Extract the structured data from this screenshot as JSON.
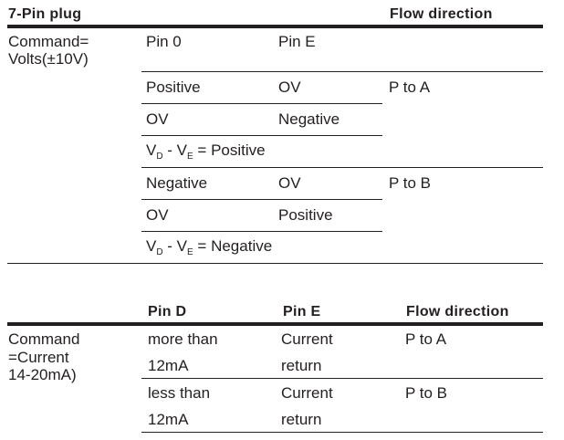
{
  "table1": {
    "header": {
      "plug": "7-Pin plug",
      "flow": "Flow direction"
    },
    "row_label_line1": "Command=",
    "row_label_line2": "Volts(±10V)",
    "col_pin_a": "Pin 0",
    "col_pin_b": "Pin E",
    "rows": [
      {
        "a": "Positive",
        "b": "OV",
        "flow": "P to A"
      },
      {
        "a": "OV",
        "b": "Negative"
      },
      {
        "v": "V",
        "d": "D",
        "dash": " - V",
        "e": "E",
        "rest": " = Positive"
      },
      {
        "a": "Negative",
        "b": "OV",
        "flow": "P to B"
      },
      {
        "a": "OV",
        "b": "Positive"
      },
      {
        "v": "V",
        "d": "D",
        "dash": " - V",
        "e": "E",
        "rest": " = Negative"
      }
    ]
  },
  "table2": {
    "headers": {
      "pin_d": "Pin D",
      "pin_e": "Pin E",
      "flow": "Flow direction"
    },
    "row_label_line1": "Command",
    "row_label_line2": "=Current",
    "row_label_line3": "14-20mA)",
    "rows": [
      {
        "d1": "more than",
        "d2": "12mA",
        "e1": "Current",
        "e2": "return",
        "flow": "P to A"
      },
      {
        "d1": "less than",
        "d2": "12mA",
        "e1": "Current",
        "e2": "return",
        "flow": "P to B"
      }
    ]
  }
}
